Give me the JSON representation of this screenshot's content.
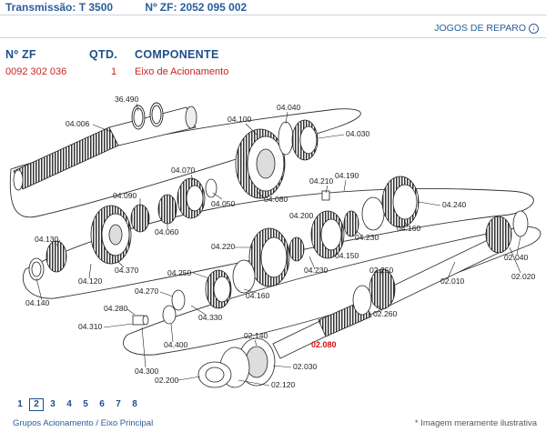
{
  "header": {
    "transmission": "Transmissão: T 3500",
    "zf_number": "Nº ZF: 2052 095 002"
  },
  "repair_kits_link": "JOGOS DE REPARO",
  "table": {
    "headers": [
      "Nº ZF",
      "QTD.",
      "COMPONENTE"
    ],
    "row": [
      "0092 302 036",
      "1",
      "Eixo de Acionamento"
    ]
  },
  "diagram": {
    "labels": {
      "l36490": "36.490",
      "l04006": "04.006",
      "l04100": "04.100",
      "l04040": "04.040",
      "l04030": "04.030",
      "l04070": "04.070",
      "l04050": "04.050",
      "l04080": "04.080",
      "l04090": "04.090",
      "l04060": "04.060",
      "l04210": "04.210",
      "l04190": "04.190",
      "l04200": "04.200",
      "l04240": "04.240",
      "l04130": "04.130",
      "l04160a": "04.160",
      "l04220": "04.220",
      "l04230a": "04.230",
      "l04230b": "04.230",
      "l04150": "04.150",
      "l04120": "04.120",
      "l04370": "04.370",
      "l04250": "04.250",
      "l04160b": "04.160",
      "l04140": "04.140",
      "l04270": "04.270",
      "l02250": "02.250",
      "l02010": "02.010",
      "l02040": "02.040",
      "l02020": "02.020",
      "l04280": "04.280",
      "l04330": "04.330",
      "l02260": "02.260",
      "l04310": "04.310",
      "l04400": "04.400",
      "l02140": "02.140",
      "l02080": "02.080",
      "l04300": "04.300",
      "l02030": "02.030",
      "l02200": "02.200",
      "l02120": "02.120"
    },
    "highlight": "02.080",
    "highlight_color": "#cc1111"
  },
  "pagination": {
    "pages": [
      "1",
      "2",
      "3",
      "4",
      "5",
      "6",
      "7",
      "8"
    ],
    "current": "2"
  },
  "footer": {
    "breadcrumb": "Grupos Acionamento / Eixo Principal",
    "note": "* Imagem meramente ilustrativa"
  }
}
